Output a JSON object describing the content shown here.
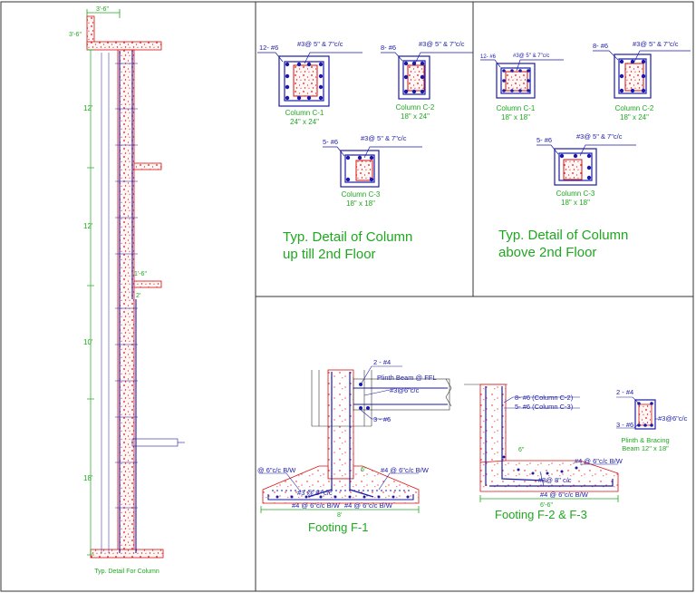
{
  "elevation": {
    "dim_top": "3'-6\"",
    "dim_side": "3'-6\"",
    "floor_heights": [
      "12'",
      "12'",
      "10'",
      "18'"
    ],
    "dim_1_6": "1'-6\"",
    "dim_2": "2'",
    "caption": "Typ. Detail For Column"
  },
  "col_upto_2nd": {
    "title_line1": "Typ. Detail of Column",
    "title_line2": "up till 2nd Floor",
    "columns": [
      {
        "bars": "12- #6",
        "ties": "#3@ 5\" & 7\"c/c",
        "name": "Column C-1",
        "size": "24\" x 24\""
      },
      {
        "bars": "8- #6",
        "ties": "#3@ 5\" & 7\"c/c",
        "name": "Column C-2",
        "size": "18\" x 24\""
      },
      {
        "bars": "5- #6",
        "ties": "#3@ 5\" & 7\"c/c",
        "name": "Column C-3",
        "size": "18\" x 18\""
      }
    ]
  },
  "col_above_2nd": {
    "title_line1": "Typ. Detail of Column",
    "title_line2": "above 2nd Floor",
    "columns": [
      {
        "bars": "12- #6",
        "ties": "#3@ 5\" & 7\"c/c",
        "name": "Column C-1",
        "size": "18\" x 18\""
      },
      {
        "bars": "8- #6",
        "ties": "#3@ 5\" & 7\"c/c",
        "name": "Column C-2",
        "size": "18\" x 24\""
      },
      {
        "bars": "5- #6",
        "ties": "#3@ 5\" & 7\"c/c",
        "name": "Column C-3",
        "size": "18\" x 18\""
      }
    ]
  },
  "footing_f1": {
    "top_bars": "2 - #4",
    "plinth_label": "Plinth Beam @ FFL",
    "stirrups": "#3@6\"c/c",
    "bottom_bars": "3 - #6",
    "left_bw": "@ 6\"c/c B/W",
    "right_bw": "#4 @ 6\"c/c B/W",
    "ties_8": "#3 @ 8\" c/c",
    "bottom_bw": "#4 @ 6\"c/c B/W",
    "bottom_bw_2": "#4 @ 6\"c/c B/W",
    "dim_6": "6\"",
    "width": "8'",
    "caption": "Footing F-1"
  },
  "footing_f23": {
    "bars_c2": "8- #6 (Column C-2)",
    "bars_c3": "5- #6 (Column C-3)",
    "dim_6": "6\"",
    "ties_8": "#3@ 8\" c/c",
    "right_bw": "#4 @ 6\"c/c B/W",
    "bottom_bw": "#4 @ 6\"c/c B/W",
    "width": "6'-6\"",
    "caption": "Footing F-2 & F-3"
  },
  "plinth_beam": {
    "top_bars": "2 - #4",
    "bottom_bars": "3 - #6",
    "stirrups": "#3@6\"c/c",
    "caption_line1": "Plinth & Bracing",
    "caption_line2": "Beam 12\" x 18\""
  },
  "colors": {
    "border": "#333333",
    "rebar": "#1a1aa8",
    "concrete": "#d81010",
    "title": "#1ea81e"
  }
}
